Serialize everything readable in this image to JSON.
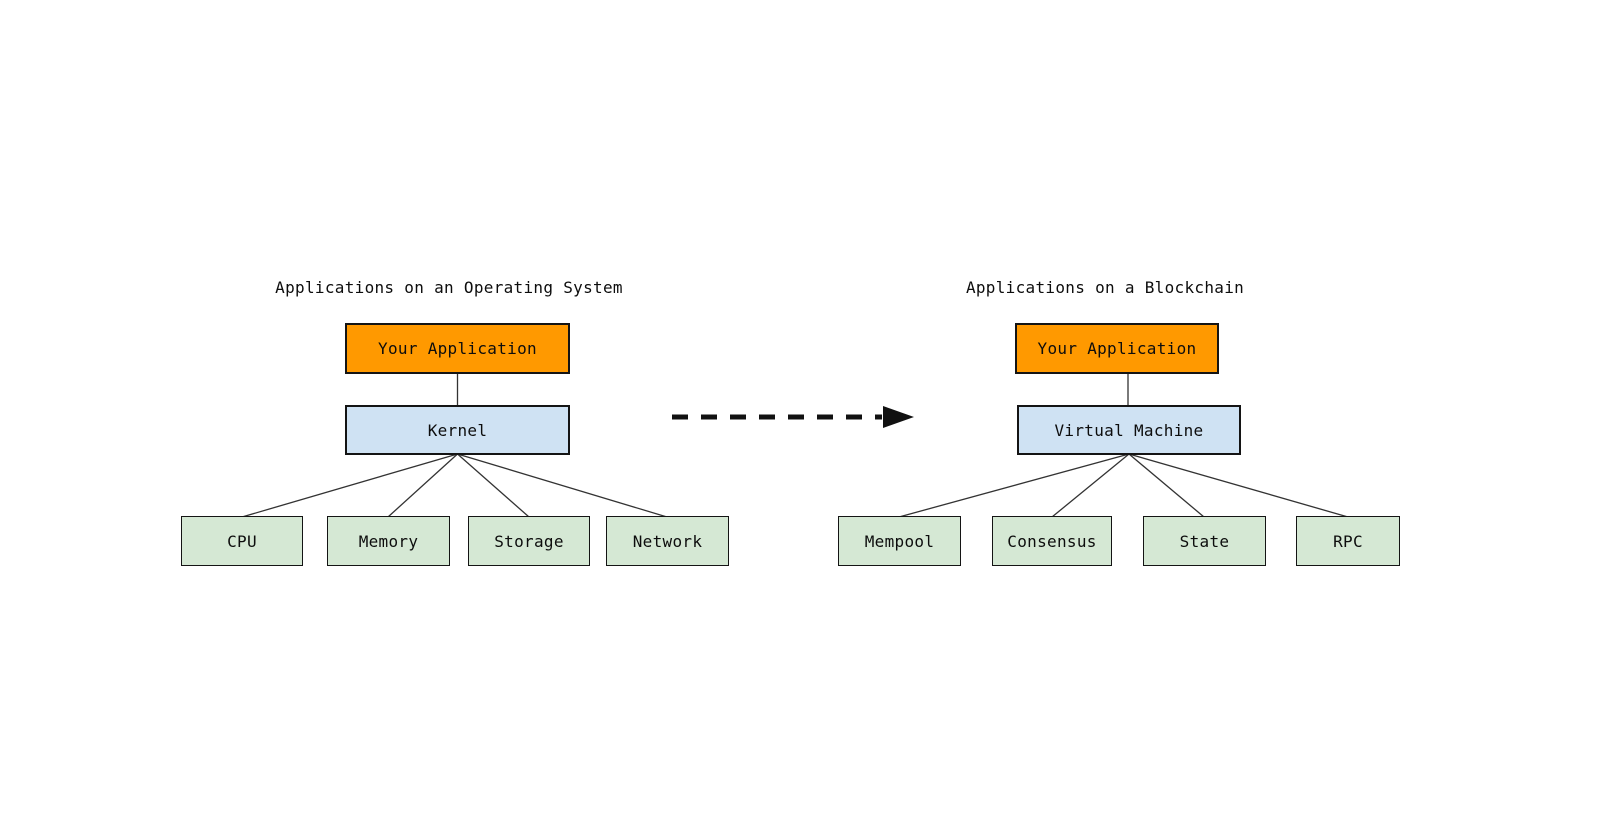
{
  "left_tree": {
    "title": "Applications on an Operating System",
    "app_label": "Your Application",
    "core_label": "Kernel",
    "children": [
      "CPU",
      "Memory",
      "Storage",
      "Network"
    ]
  },
  "right_tree": {
    "title": "Applications on a Blockchain",
    "app_label": "Your Application",
    "core_label": "Virtual Machine",
    "children": [
      "Mempool",
      "Consensus",
      "State",
      "RPC"
    ]
  },
  "arrow_icon": "dashed-right-arrow",
  "colors": {
    "background": "#ffffff",
    "text": "#0d0d0d",
    "app_fill": "#ff9900",
    "core_fill": "#cfe2f3",
    "child_fill": "#d5e8d4",
    "border": "#141414",
    "line": "#333333",
    "arrow": "#111111"
  }
}
